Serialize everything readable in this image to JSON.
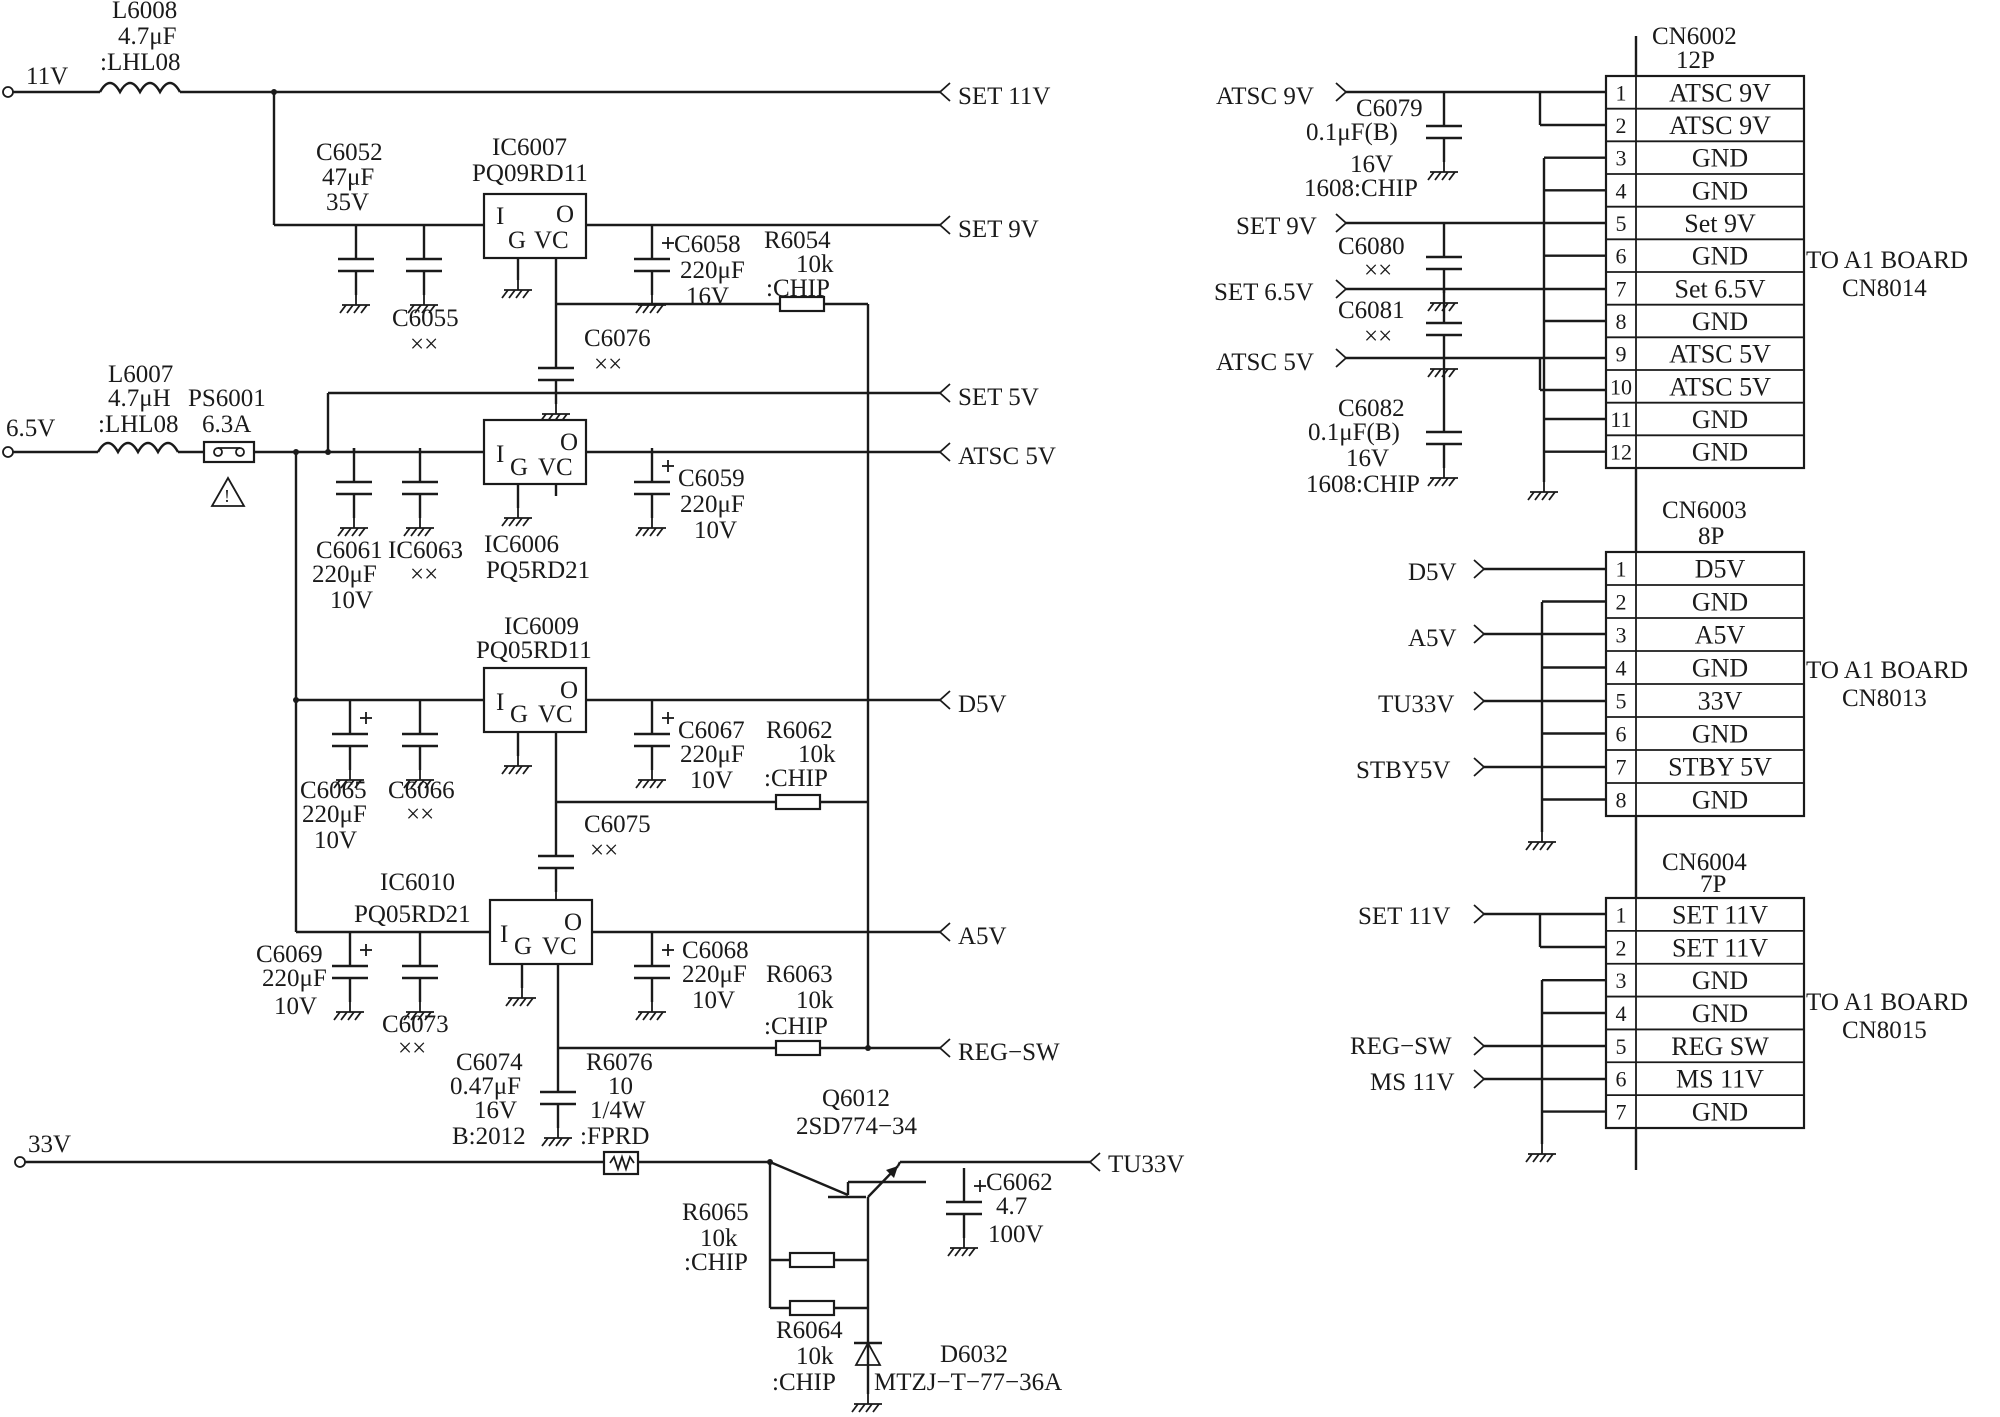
{
  "colors": {
    "ink": "#1a1a1a",
    "paper": "#ffffff"
  },
  "inputs": {
    "v11": "11V",
    "v65": "6.5V",
    "v33": "33V"
  },
  "outputs": {
    "set11": "SET 11V",
    "set9": "SET 9V",
    "set5": "SET 5V",
    "atsc5": "ATSC 5V",
    "d5": "D5V",
    "a5": "A5V",
    "regsw": "REG−SW",
    "tu33": "TU33V"
  },
  "ic_pins": {
    "i": "I",
    "o": "O",
    "g": "G",
    "vc": "VC"
  },
  "parts": {
    "L6008": {
      "ref": "L6008",
      "val": "4.7μF",
      "type": ":LHL08"
    },
    "L6007": {
      "ref": "L6007",
      "val": "4.7μH",
      "type": ":LHL08"
    },
    "PS6001": {
      "ref": "PS6001",
      "val": "6.3A",
      "warn": "!"
    },
    "IC6007": {
      "ref": "IC6007",
      "type": "PQ09RD11"
    },
    "IC6006": {
      "ref": "IC6006",
      "type": "PQ5RD21"
    },
    "IC6009": {
      "ref": "IC6009",
      "type": "PQ05RD11"
    },
    "IC6010": {
      "ref": "IC6010",
      "type": "PQ05RD21"
    },
    "C6052": {
      "ref": "C6052",
      "val": "47μF",
      "volt": "35V"
    },
    "C6055": {
      "ref": "C6055",
      "val": "××"
    },
    "C6058": {
      "ref": "C6058",
      "val": "220μF",
      "volt": "16V"
    },
    "C6076": {
      "ref": "C6076",
      "val": "××"
    },
    "R6054": {
      "ref": "R6054",
      "val": "10k",
      "type": ":CHIP"
    },
    "C6061": {
      "ref": "C6061",
      "val": "220μF",
      "volt": "10V"
    },
    "C6063": {
      "ref": "IC6063",
      "val": "××"
    },
    "C6059": {
      "ref": "C6059",
      "val": "220μF",
      "volt": "10V"
    },
    "C6065": {
      "ref": "C6065",
      "val": "220μF",
      "volt": "10V"
    },
    "C6066": {
      "ref": "C6066",
      "val": "××"
    },
    "C6067": {
      "ref": "C6067",
      "val": "220μF",
      "volt": "10V"
    },
    "R6062": {
      "ref": "R6062",
      "val": "10k",
      "type": ":CHIP"
    },
    "C6075": {
      "ref": "C6075",
      "val": "××"
    },
    "C6069": {
      "ref": "C6069",
      "val": "220μF",
      "volt": "10V"
    },
    "C6073": {
      "ref": "C6073",
      "val": "××"
    },
    "C6068": {
      "ref": "C6068",
      "val": "220μF",
      "volt": "10V"
    },
    "R6063": {
      "ref": "R6063",
      "val": "10k",
      "type": ":CHIP"
    },
    "C6074": {
      "ref": "C6074",
      "val": "0.47μF",
      "volt": "16V",
      "type": "B:2012"
    },
    "R6076": {
      "ref": "R6076",
      "val": "10",
      "watt": "1/4W",
      "type": ":FPRD"
    },
    "Q6012": {
      "ref": "Q6012",
      "type": "2SD774−34"
    },
    "C6062": {
      "ref": "C6062",
      "val": "4.7",
      "volt": "100V"
    },
    "R6065": {
      "ref": "R6065",
      "val": "10k",
      "type": ":CHIP"
    },
    "R6064": {
      "ref": "R6064",
      "val": "10k",
      "type": ":CHIP"
    },
    "D6032": {
      "ref": "D6032",
      "type": "MTZJ−T−77−36A"
    },
    "C6079": {
      "ref": "C6079",
      "val": "0.1μF(B)",
      "volt": "16V",
      "type": "1608:CHIP"
    },
    "C6080": {
      "ref": "C6080",
      "val": "××"
    },
    "C6081": {
      "ref": "C6081",
      "val": "××"
    },
    "C6082": {
      "ref": "C6082",
      "val": "0.1μF(B)",
      "volt": "16V",
      "type": "1608:CHIP"
    }
  },
  "connectors": [
    {
      "ref": "CN6002",
      "pins": "12P",
      "dest": "TO A1 BOARD",
      "dest_ref": "CN8014",
      "rows": [
        {
          "n": "1",
          "name": "ATSC 9V"
        },
        {
          "n": "2",
          "name": "ATSC 9V"
        },
        {
          "n": "3",
          "name": "GND"
        },
        {
          "n": "4",
          "name": "GND"
        },
        {
          "n": "5",
          "name": "Set 9V"
        },
        {
          "n": "6",
          "name": "GND"
        },
        {
          "n": "7",
          "name": "Set 6.5V"
        },
        {
          "n": "8",
          "name": "GND"
        },
        {
          "n": "9",
          "name": "ATSC 5V"
        },
        {
          "n": "10",
          "name": "ATSC 5V"
        },
        {
          "n": "11",
          "name": "GND"
        },
        {
          "n": "12",
          "name": "GND"
        }
      ],
      "signals": [
        "ATSC 9V",
        "SET 9V",
        "SET 6.5V",
        "ATSC 5V"
      ]
    },
    {
      "ref": "CN6003",
      "pins": "8P",
      "dest": "TO A1 BOARD",
      "dest_ref": "CN8013",
      "rows": [
        {
          "n": "1",
          "name": "D5V"
        },
        {
          "n": "2",
          "name": "GND"
        },
        {
          "n": "3",
          "name": "A5V"
        },
        {
          "n": "4",
          "name": "GND"
        },
        {
          "n": "5",
          "name": "33V"
        },
        {
          "n": "6",
          "name": "GND"
        },
        {
          "n": "7",
          "name": "STBY 5V"
        },
        {
          "n": "8",
          "name": "GND"
        }
      ],
      "signals": [
        "D5V",
        "A5V",
        "TU33V",
        "STBY5V"
      ]
    },
    {
      "ref": "CN6004",
      "pins": "7P",
      "dest": "TO A1 BOARD",
      "dest_ref": "CN8015",
      "rows": [
        {
          "n": "1",
          "name": "SET 11V"
        },
        {
          "n": "2",
          "name": "SET 11V"
        },
        {
          "n": "3",
          "name": "GND"
        },
        {
          "n": "4",
          "name": "GND"
        },
        {
          "n": "5",
          "name": "REG SW"
        },
        {
          "n": "6",
          "name": "MS 11V"
        },
        {
          "n": "7",
          "name": "GND"
        }
      ],
      "signals": [
        "SET 11V",
        "REG−SW",
        "MS 11V"
      ]
    }
  ]
}
